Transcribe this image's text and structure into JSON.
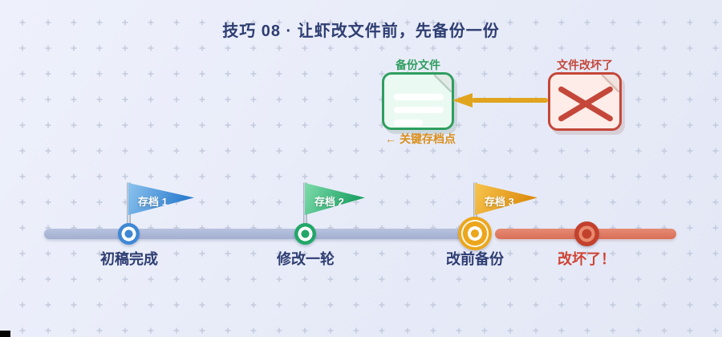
{
  "title": "技巧 08 · 让虾改文件前，先备份一份",
  "backup_card": {
    "label": "备份文件",
    "caption": "← 关键存档点"
  },
  "broken_card": {
    "label": "文件改坏了"
  },
  "timeline": {
    "milestones": [
      {
        "flag": "存档 1",
        "label": "初稿完成"
      },
      {
        "flag": "存档 2",
        "label": "修改一轮"
      },
      {
        "flag": "存档 3",
        "label": "改前备份"
      },
      {
        "flag": "",
        "label": "改坏了！"
      }
    ]
  },
  "colors": {
    "title_text": "#2e3d72",
    "backup_green": "#2f9e5f",
    "broken_red": "#c4473a",
    "arrow_orange": "#e0a41e",
    "caption_orange": "#d98f1b",
    "timeline_blue": "#a9b5d6",
    "timeline_red": "#dd7a64",
    "flag1_blue": "#2e7ecf",
    "flag2_green": "#1fa265",
    "flag3_orange": "#dd8d10",
    "danger_text": "#cf4434",
    "background": "#e8ecf8"
  }
}
